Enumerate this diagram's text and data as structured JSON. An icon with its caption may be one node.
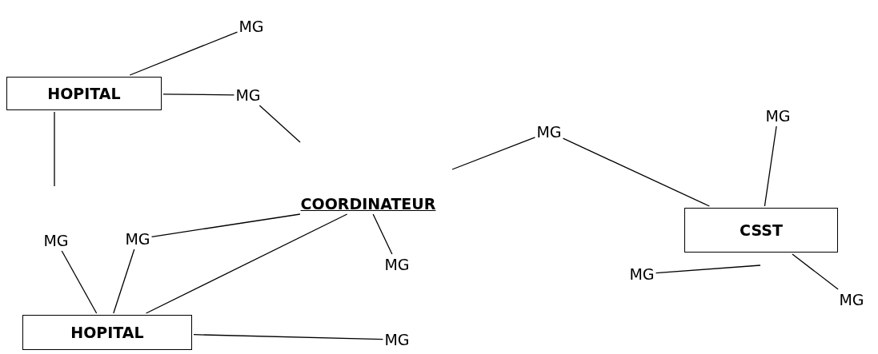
{
  "diagram": {
    "nodes": [
      {
        "text": [
          "MG"
        ]
      },
      {
        "text": [
          "HOPITAL"
        ]
      },
      {
        "text": [
          "MG"
        ]
      },
      {
        "text": [
          "MG"
        ]
      },
      {
        "text": [
          "MG"
        ]
      },
      {
        "text": [
          "COORDINATEUR"
        ]
      },
      {
        "text": [
          "CSST"
        ]
      },
      {
        "text": [
          "MG"
        ]
      },
      {
        "text": [
          "MG"
        ]
      },
      {
        "text": [
          "MG"
        ]
      },
      {
        "text": [
          "MG"
        ]
      },
      {
        "text": [
          "HOPITAL"
        ]
      },
      {
        "text": [
          "MG"
        ]
      },
      {
        "text": [
          "MG"
        ]
      }
    ],
    "edges": [
      {
        "from": 1,
        "to": 0,
        "arrow": "none"
      },
      {
        "from": 1,
        "to": 2,
        "arrow": "none"
      },
      {
        "from": 2,
        "to": null,
        "arrow": "none"
      },
      {
        "from": 1,
        "to": null,
        "arrow": "none"
      },
      {
        "from": 3,
        "to": null,
        "arrow": "none"
      },
      {
        "from": 3,
        "to": 6,
        "arrow": "none"
      },
      {
        "from": 4,
        "to": 6,
        "arrow": "none"
      },
      {
        "from": 5,
        "to": 8,
        "arrow": "none"
      },
      {
        "from": 5,
        "to": 11,
        "arrow": "none"
      },
      {
        "from": 7,
        "to": 11,
        "arrow": "none"
      },
      {
        "from": 8,
        "to": 11,
        "arrow": "none"
      },
      {
        "from": 9,
        "to": 5,
        "arrow": "none"
      },
      {
        "from": 10,
        "to": null,
        "arrow": "none"
      },
      {
        "from": 6,
        "to": 12,
        "arrow": "none"
      },
      {
        "from": 11,
        "to": 13,
        "arrow": "none"
      }
    ]
  }
}
